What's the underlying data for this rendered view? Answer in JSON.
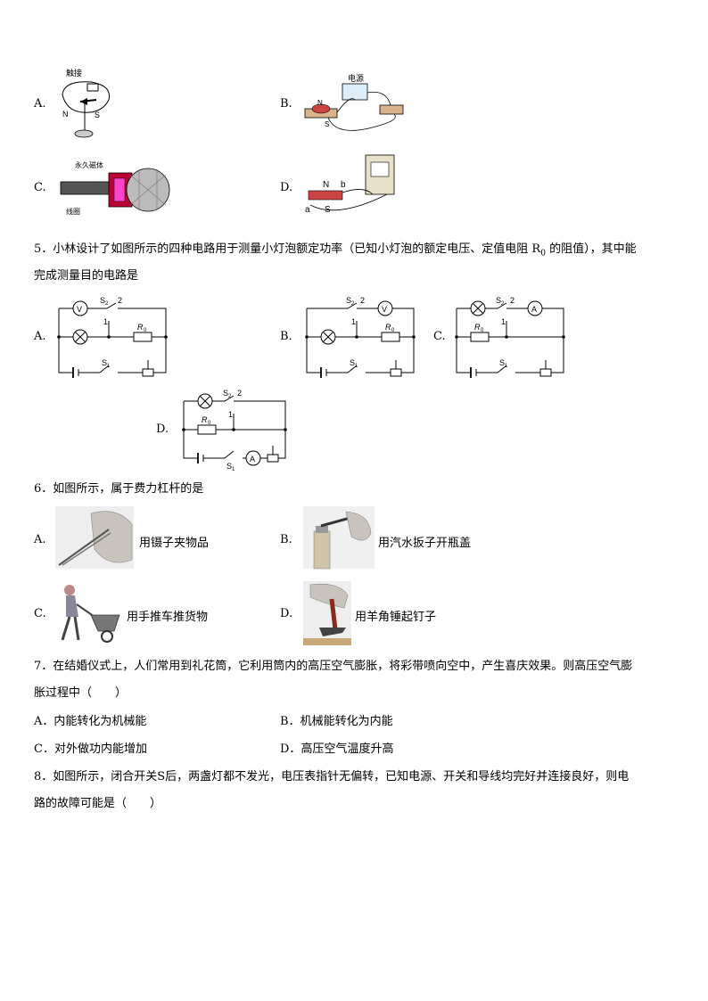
{
  "q4": {
    "options": [
      {
        "letter": "A.",
        "caption_top": "触接"
      },
      {
        "letter": "B.",
        "caption_top": "电源"
      },
      {
        "letter": "C.",
        "labels": [
          "永久磁体",
          "线圈"
        ]
      },
      {
        "letter": "D."
      }
    ],
    "pole_n": "N",
    "pole_s": "S",
    "terminal_a": "a",
    "terminal_b": "b"
  },
  "q5": {
    "number": "5．",
    "text_line1": "小林设计了如图所示的四种电路用于测量小灯泡额定功率（已知小灯泡的额定电压、定值电阻 R",
    "sub0": "0",
    "text_line1_end": " 的阻值），其中能",
    "text_line2": "完成测量目的电路是",
    "circuit_labels": {
      "A": "A.",
      "B": "B.",
      "C": "C.",
      "D": "D."
    },
    "s2": "S",
    "s2_sub": "2",
    "s1": "S",
    "s1_sub": "1",
    "pos1": "1",
    "pos2": "2",
    "r0": "R",
    "r0_sub": "0",
    "voltmeter": "V",
    "ammeter": "A"
  },
  "q6": {
    "number": "6．",
    "text": "如图所示，属于费力杠杆的是",
    "options": [
      {
        "letter": "A.",
        "caption": "用镊子夹物品"
      },
      {
        "letter": "B.",
        "caption": "用汽水扳子开瓶盖"
      },
      {
        "letter": "C.",
        "caption": "用手推车推货物"
      },
      {
        "letter": "D.",
        "caption": "用羊角锤起钉子"
      }
    ]
  },
  "q7": {
    "number": "7．",
    "text_line1": "在结婚仪式上，人们常用到礼花筒，它利用筒内的高压空气膨胀，将彩带喷向空中，产生喜庆效果。则高压空气膨",
    "text_line2": "胀过程中（　　）",
    "options": [
      {
        "letter": "A．",
        "text": "内能转化为机械能"
      },
      {
        "letter": "B．",
        "text": "机械能转化为内能"
      },
      {
        "letter": "C．",
        "text": "对外做功内能增加"
      },
      {
        "letter": "D．",
        "text": "高压空气温度升高"
      }
    ]
  },
  "q8": {
    "number": "8．",
    "text_line1": "如图所示，闭合开关S后，两盏灯都不发光，电压表指针无偏转，已知电源、开关和导线均完好并连接良好，则电",
    "text_line2": "路的故障可能是（　　）"
  }
}
